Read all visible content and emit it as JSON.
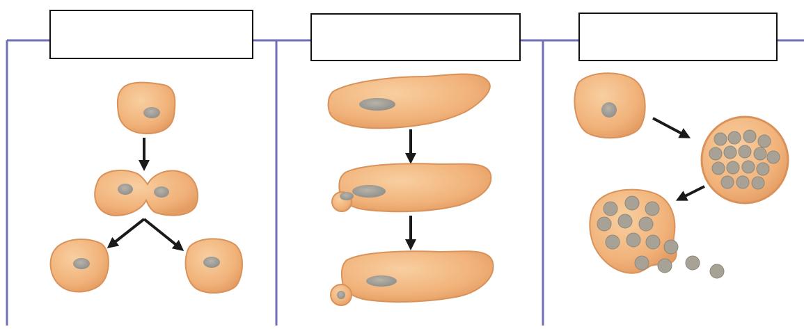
{
  "diagram": {
    "panels": [
      {
        "id": "panel-1",
        "label": "",
        "process": "binary-fission"
      },
      {
        "id": "panel-2",
        "label": "",
        "process": "budding"
      },
      {
        "id": "panel-3",
        "label": "",
        "process": "multiple-fission"
      }
    ],
    "colors": {
      "frame": "#6e6fb4",
      "cell_fill": "#f1b27a",
      "cell_edge": "#d9925a",
      "cell_highlight": "#f8cfa0",
      "nucleus": "#8a8a88",
      "nucleus_light": "#a8a196",
      "arrow": "#1a1a1a",
      "box_border": "#111111"
    }
  }
}
